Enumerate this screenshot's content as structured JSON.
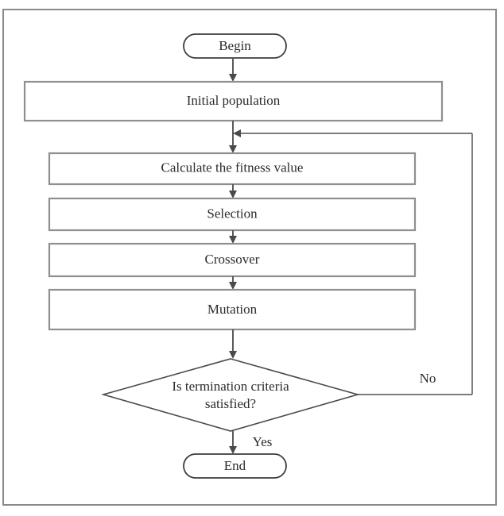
{
  "diagram": {
    "title_visible": false,
    "colors": {
      "frame_border": "#8a8a8a",
      "box_border": "#8f8f8f",
      "terminator_border": "#3d3d3d",
      "diamond_border": "#4a4a4a",
      "connector": "#5a5a5a",
      "text": "#2b2b2b",
      "background": "#ffffff"
    },
    "nodes": [
      {
        "id": "begin",
        "type": "terminator",
        "label": "Begin"
      },
      {
        "id": "initial-population",
        "type": "process",
        "label": "Initial population"
      },
      {
        "id": "calculate-fitness",
        "type": "process",
        "label": "Calculate the fitness value"
      },
      {
        "id": "selection",
        "type": "process",
        "label": "Selection"
      },
      {
        "id": "crossover",
        "type": "process",
        "label": "Crossover"
      },
      {
        "id": "mutation",
        "type": "process",
        "label": "Mutation"
      },
      {
        "id": "termination-decision",
        "type": "decision",
        "label_line1": "Is termination criteria",
        "label_line2": "satisfied?"
      },
      {
        "id": "end",
        "type": "terminator",
        "label": "End"
      }
    ],
    "edge_labels": {
      "no": "No",
      "yes": "Yes"
    }
  }
}
